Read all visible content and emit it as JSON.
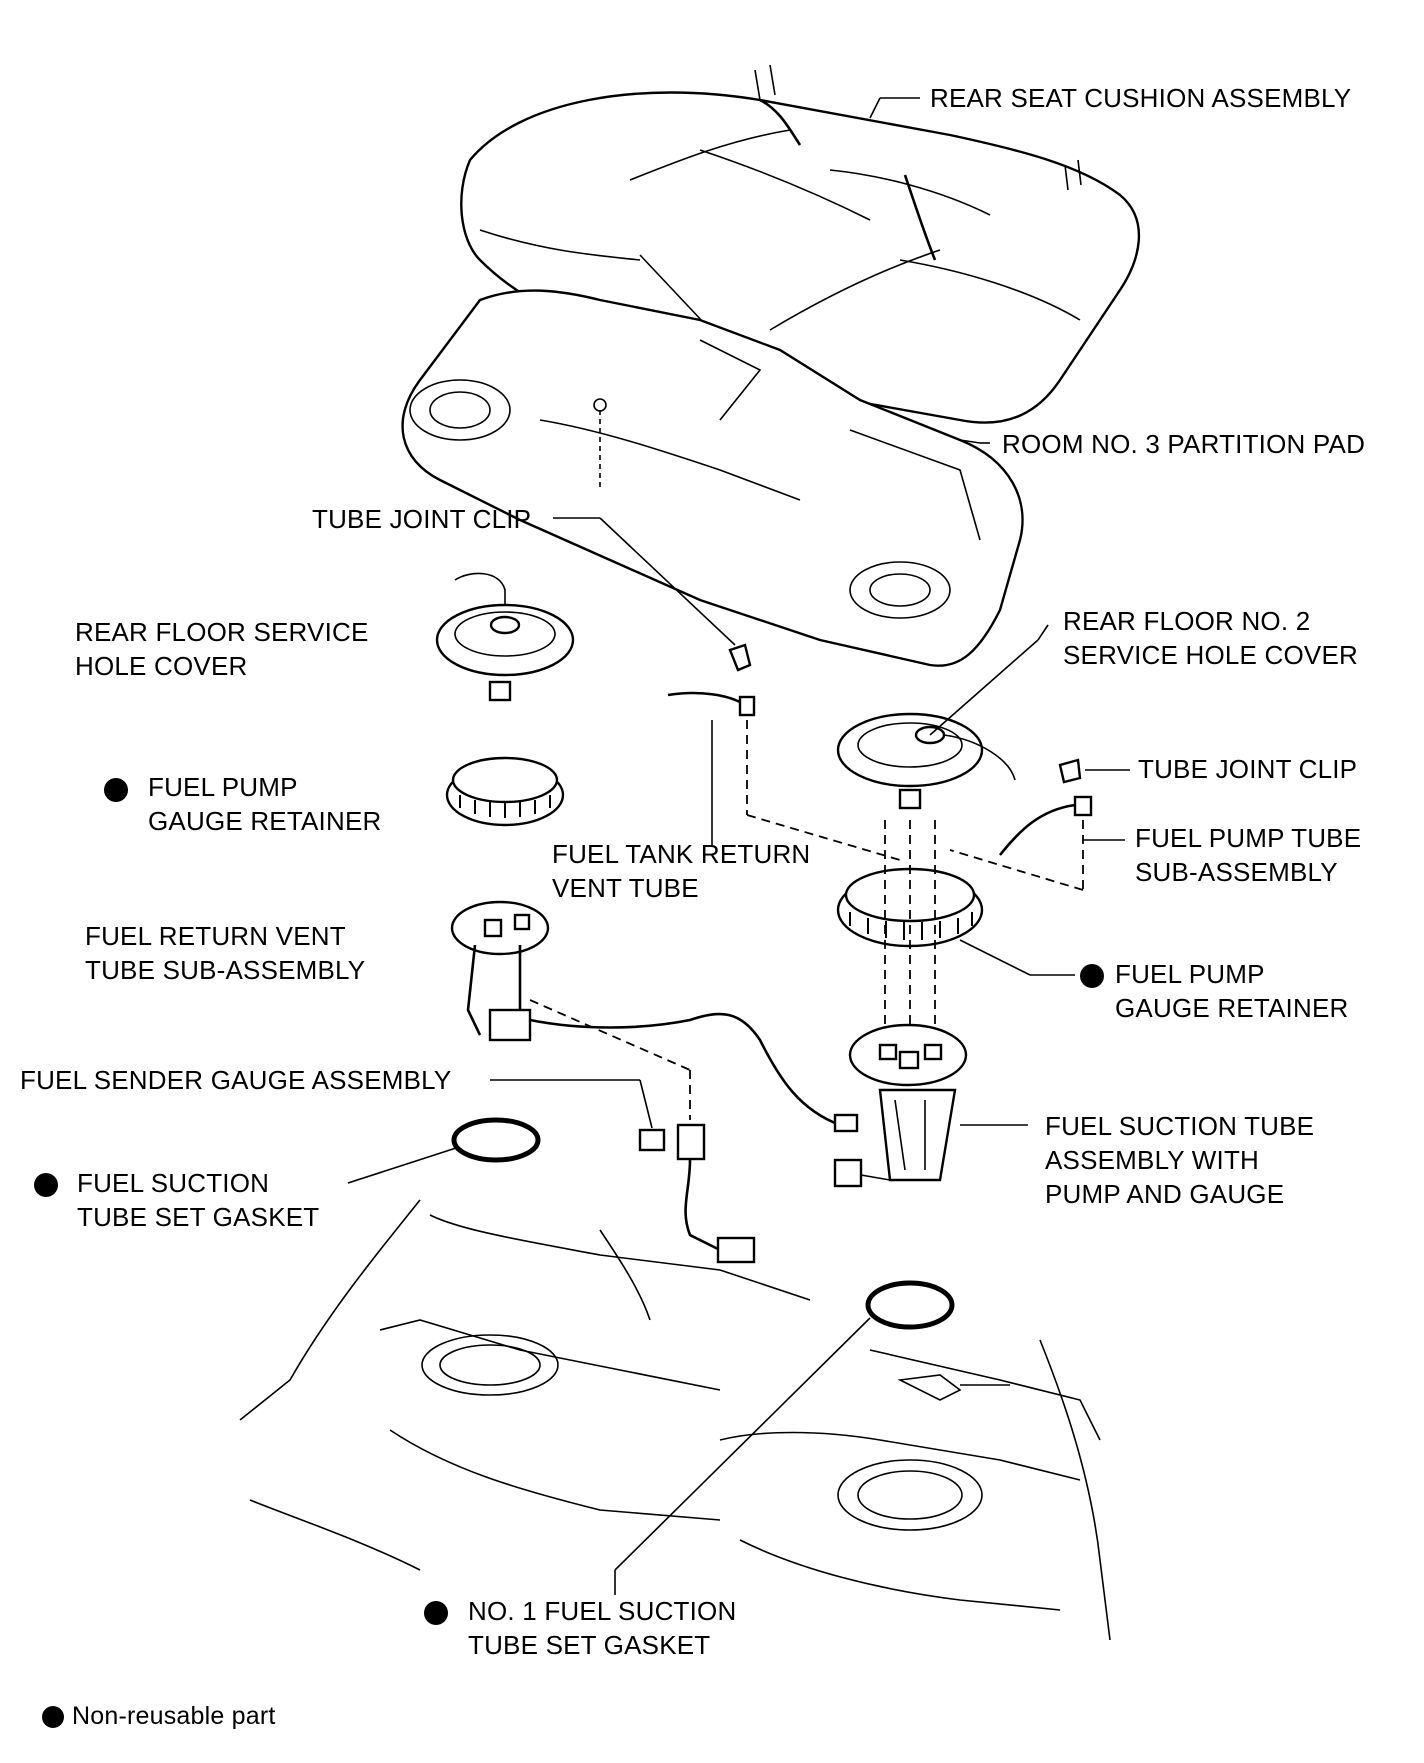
{
  "labels": {
    "rear_seat_cushion": "REAR SEAT CUSHION ASSEMBLY",
    "partition_pad": "ROOM NO. 3 PARTITION PAD",
    "tube_joint_clip_left": "TUBE JOINT CLIP",
    "rear_floor_cover_l1": "REAR FLOOR SERVICE",
    "rear_floor_cover_l2": "HOLE COVER",
    "rear_floor_no2_l1": "REAR FLOOR NO. 2",
    "rear_floor_no2_l2": "SERVICE HOLE COVER",
    "tube_joint_clip_right": "TUBE JOINT CLIP",
    "retainer_left_l1": "FUEL PUMP",
    "retainer_left_l2": "GAUGE RETAINER",
    "return_tube_l1": "FUEL TANK RETURN",
    "return_tube_l2": "VENT TUBE",
    "pump_tube_l1": "FUEL PUMP TUBE",
    "pump_tube_l2": "SUB-ASSEMBLY",
    "return_vent_l1": "FUEL RETURN VENT",
    "return_vent_l2": "TUBE SUB-ASSEMBLY",
    "retainer_right_l1": "FUEL PUMP",
    "retainer_right_l2": "GAUGE RETAINER",
    "sender_gauge": "FUEL SENDER GAUGE ASSEMBLY",
    "suction_assy_l1": "FUEL SUCTION TUBE",
    "suction_assy_l2": "ASSEMBLY WITH",
    "suction_assy_l3": "PUMP AND GAUGE",
    "set_gasket_l1": "FUEL SUCTION",
    "set_gasket_l2": "TUBE SET GASKET",
    "no1_gasket_l1": "NO. 1 FUEL SUCTION",
    "no1_gasket_l2": "TUBE SET GASKET"
  },
  "legend": {
    "text": "Non-reusable part",
    "symbol": "filled-circle"
  },
  "colors": {
    "line": "#000000",
    "background": "#ffffff"
  }
}
